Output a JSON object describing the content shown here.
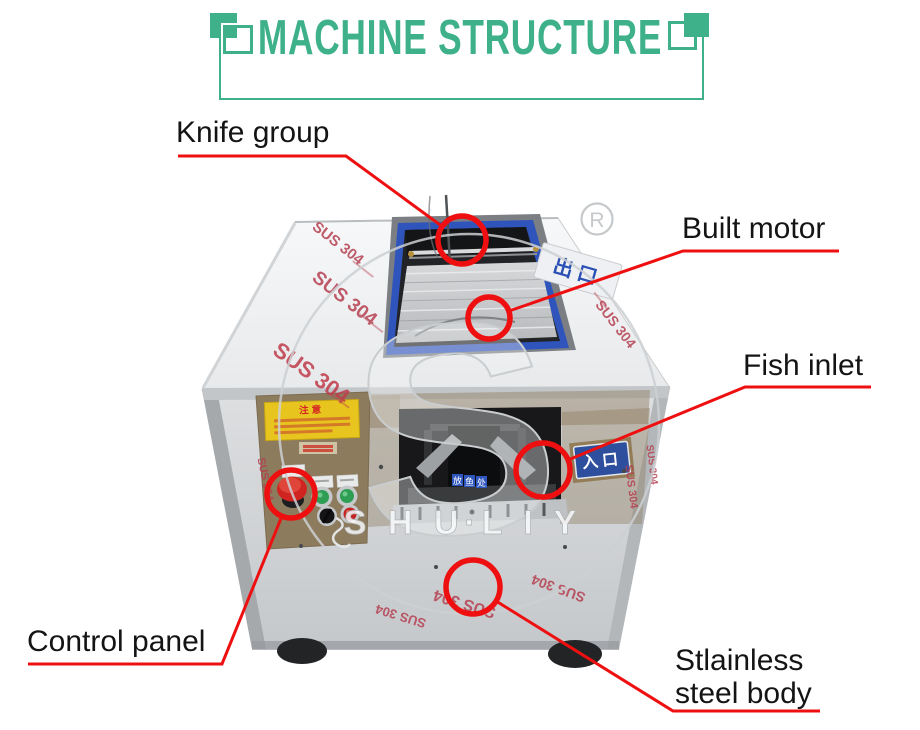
{
  "header": {
    "title": "MACHINE STRUCTURE",
    "accent_color": "#3eb18a"
  },
  "callouts": {
    "line_color": "#ee1010",
    "knife_group": "Knife group",
    "built_motor": "Built motor",
    "fish_inlet": "Fish inlet",
    "control_panel": "Control panel",
    "steel_body_line1": "Stlainless",
    "steel_body_line2": "steel body"
  },
  "machine": {
    "film_text": "SUS 304",
    "brand_watermark": "S H U·L I Y",
    "logo_letter": "S",
    "registered_mark": "R",
    "outlet_sign": "出口",
    "inlet_sign": "入口",
    "fish_place_label": [
      "放",
      "鱼",
      "处"
    ],
    "warning_title": "注意"
  }
}
